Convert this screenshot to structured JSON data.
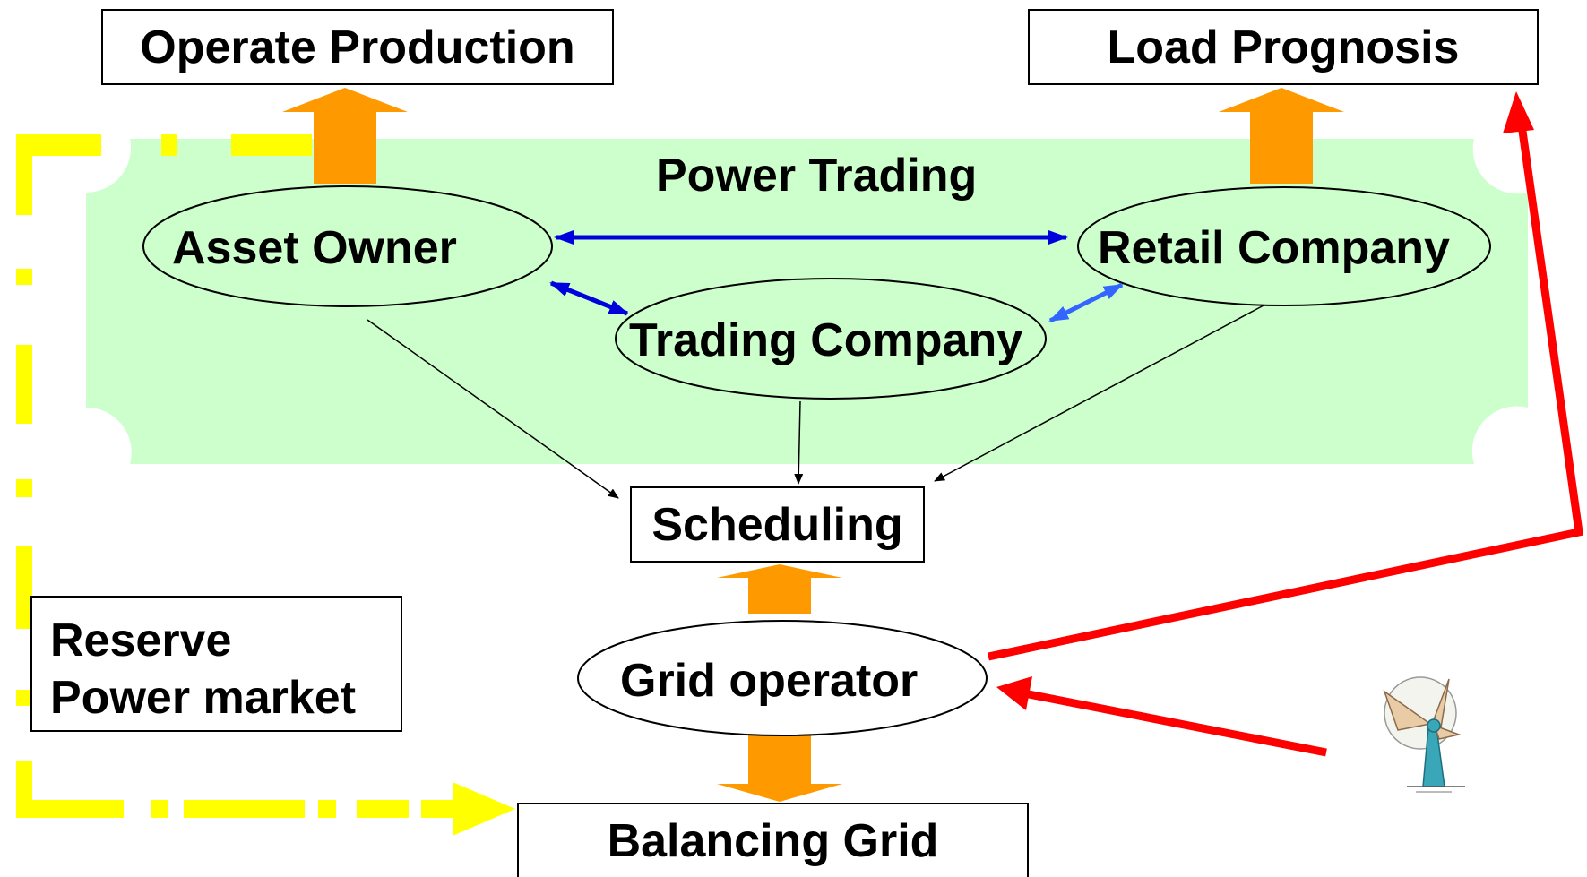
{
  "top_left_box": "Operate Production",
  "top_right_box": "Load Prognosis",
  "trading_area": "Power Trading",
  "actors": {
    "asset_owner": "Asset Owner",
    "retail_company": "Retail Company",
    "trading_company": "Trading Company",
    "grid_operator": "Grid operator"
  },
  "scheduling_box": "Scheduling",
  "reserve_box": {
    "line1": "Reserve",
    "line2": "Power market"
  },
  "balancing_box": "Balancing Grid",
  "colors": {
    "trading_area_fill": "#ccffcc",
    "orange_arrow": "#ff9900",
    "red_arrow": "#ff0000",
    "yellow_dash": "#ffff00",
    "blue_arrow": "#0000dd",
    "light_blue_arrow": "#3366ff"
  },
  "icons": [
    "wind-turbine-icon"
  ]
}
